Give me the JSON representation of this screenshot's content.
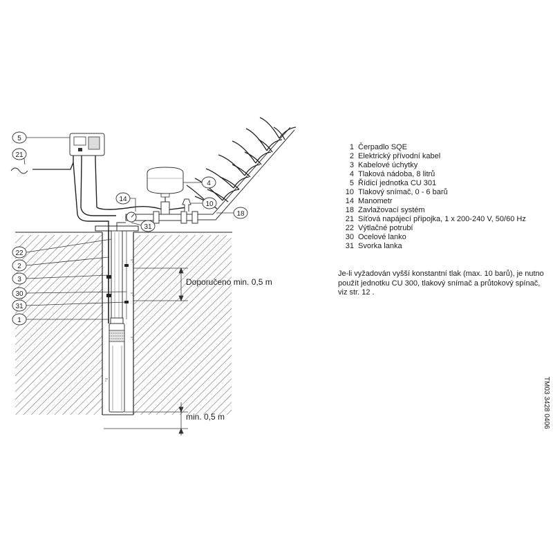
{
  "legend": [
    {
      "num": "1",
      "label": "Čerpadlo SQE"
    },
    {
      "num": "2",
      "label": "Elektrický přívodní kabel"
    },
    {
      "num": "3",
      "label": "Kabelové úchytky"
    },
    {
      "num": "4",
      "label": "Tlaková nádoba, 8 litrů"
    },
    {
      "num": "5",
      "label": "Řídicí jednotka CU 301"
    },
    {
      "num": "10",
      "label": "Tlakový snímač, 0 - 6 barů"
    },
    {
      "num": "14",
      "label": "Manometr"
    },
    {
      "num": "18",
      "label": "Zavlažovací systém"
    },
    {
      "num": "21",
      "label": "Síťová napájecí přípojka, 1 x 200-240 V, 50/60 Hz"
    },
    {
      "num": "22",
      "label": "Výtlačné potrubí"
    },
    {
      "num": "30",
      "label": "Ocelové lanko"
    },
    {
      "num": "31",
      "label": "Svorka lanka"
    }
  ],
  "note": "Je-li vyžadován vyšší konstantní tlak (max. 10 barů), je nutno použít jednotku CU 300, tlakový snímač a průtokový spínač, viz str. 12 .",
  "dimensions": {
    "recommended": "Doporučeno min. 0,5 m",
    "bottom": "min. 0,5 m"
  },
  "callouts": {
    "c5": "5",
    "c21": "21",
    "c4": "4",
    "c14": "14",
    "c10": "10",
    "c18": "18",
    "c31a": "31",
    "c22": "22",
    "c2": "2",
    "c3": "3",
    "c30": "30",
    "c31b": "31",
    "c1": "1"
  },
  "drawing_code": "TM03 3428 0406"
}
